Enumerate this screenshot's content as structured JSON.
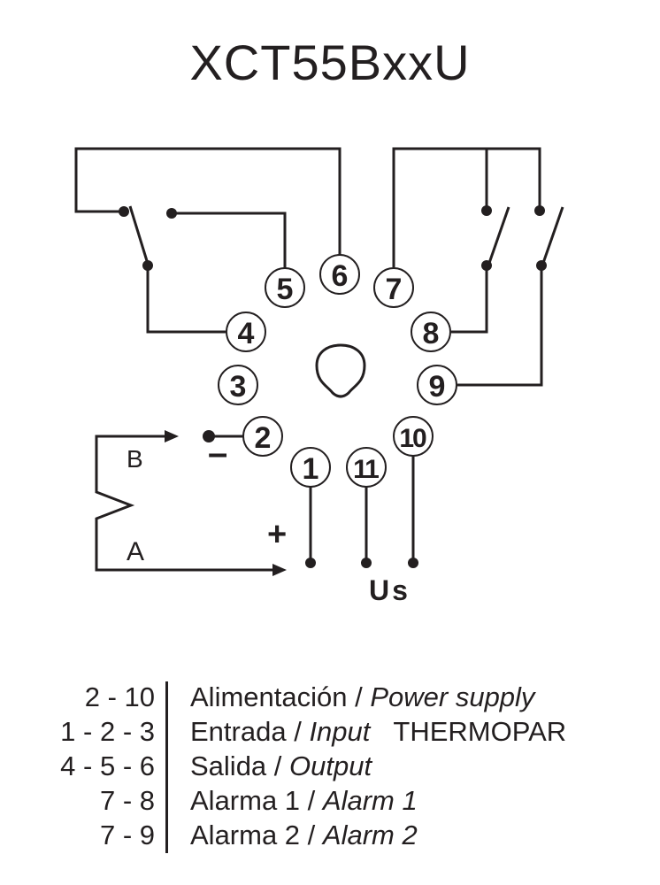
{
  "title": "XCT55BxxU",
  "pins": [
    "1",
    "2",
    "3",
    "4",
    "5",
    "6",
    "7",
    "8",
    "9",
    "10",
    "11"
  ],
  "labels": {
    "b": "B",
    "a": "A",
    "minus": "–",
    "plus": "+",
    "us": "Us"
  },
  "legend": [
    {
      "pins": "2 - 10",
      "es": "Alimentación /",
      "en": "Power supply",
      "extra": ""
    },
    {
      "pins": "1 - 2 - 3",
      "es": "Entrada /",
      "en": "Input",
      "extra": "THERMOPAR"
    },
    {
      "pins": "4 - 5 - 6",
      "es": "Salida /",
      "en": "Output",
      "extra": ""
    },
    {
      "pins": "7 - 8",
      "es": "Alarma 1 /",
      "en": "Alarm 1",
      "extra": ""
    },
    {
      "pins": "7 - 9",
      "es": "Alarma 2 /",
      "en": "Alarm 2",
      "extra": ""
    }
  ]
}
